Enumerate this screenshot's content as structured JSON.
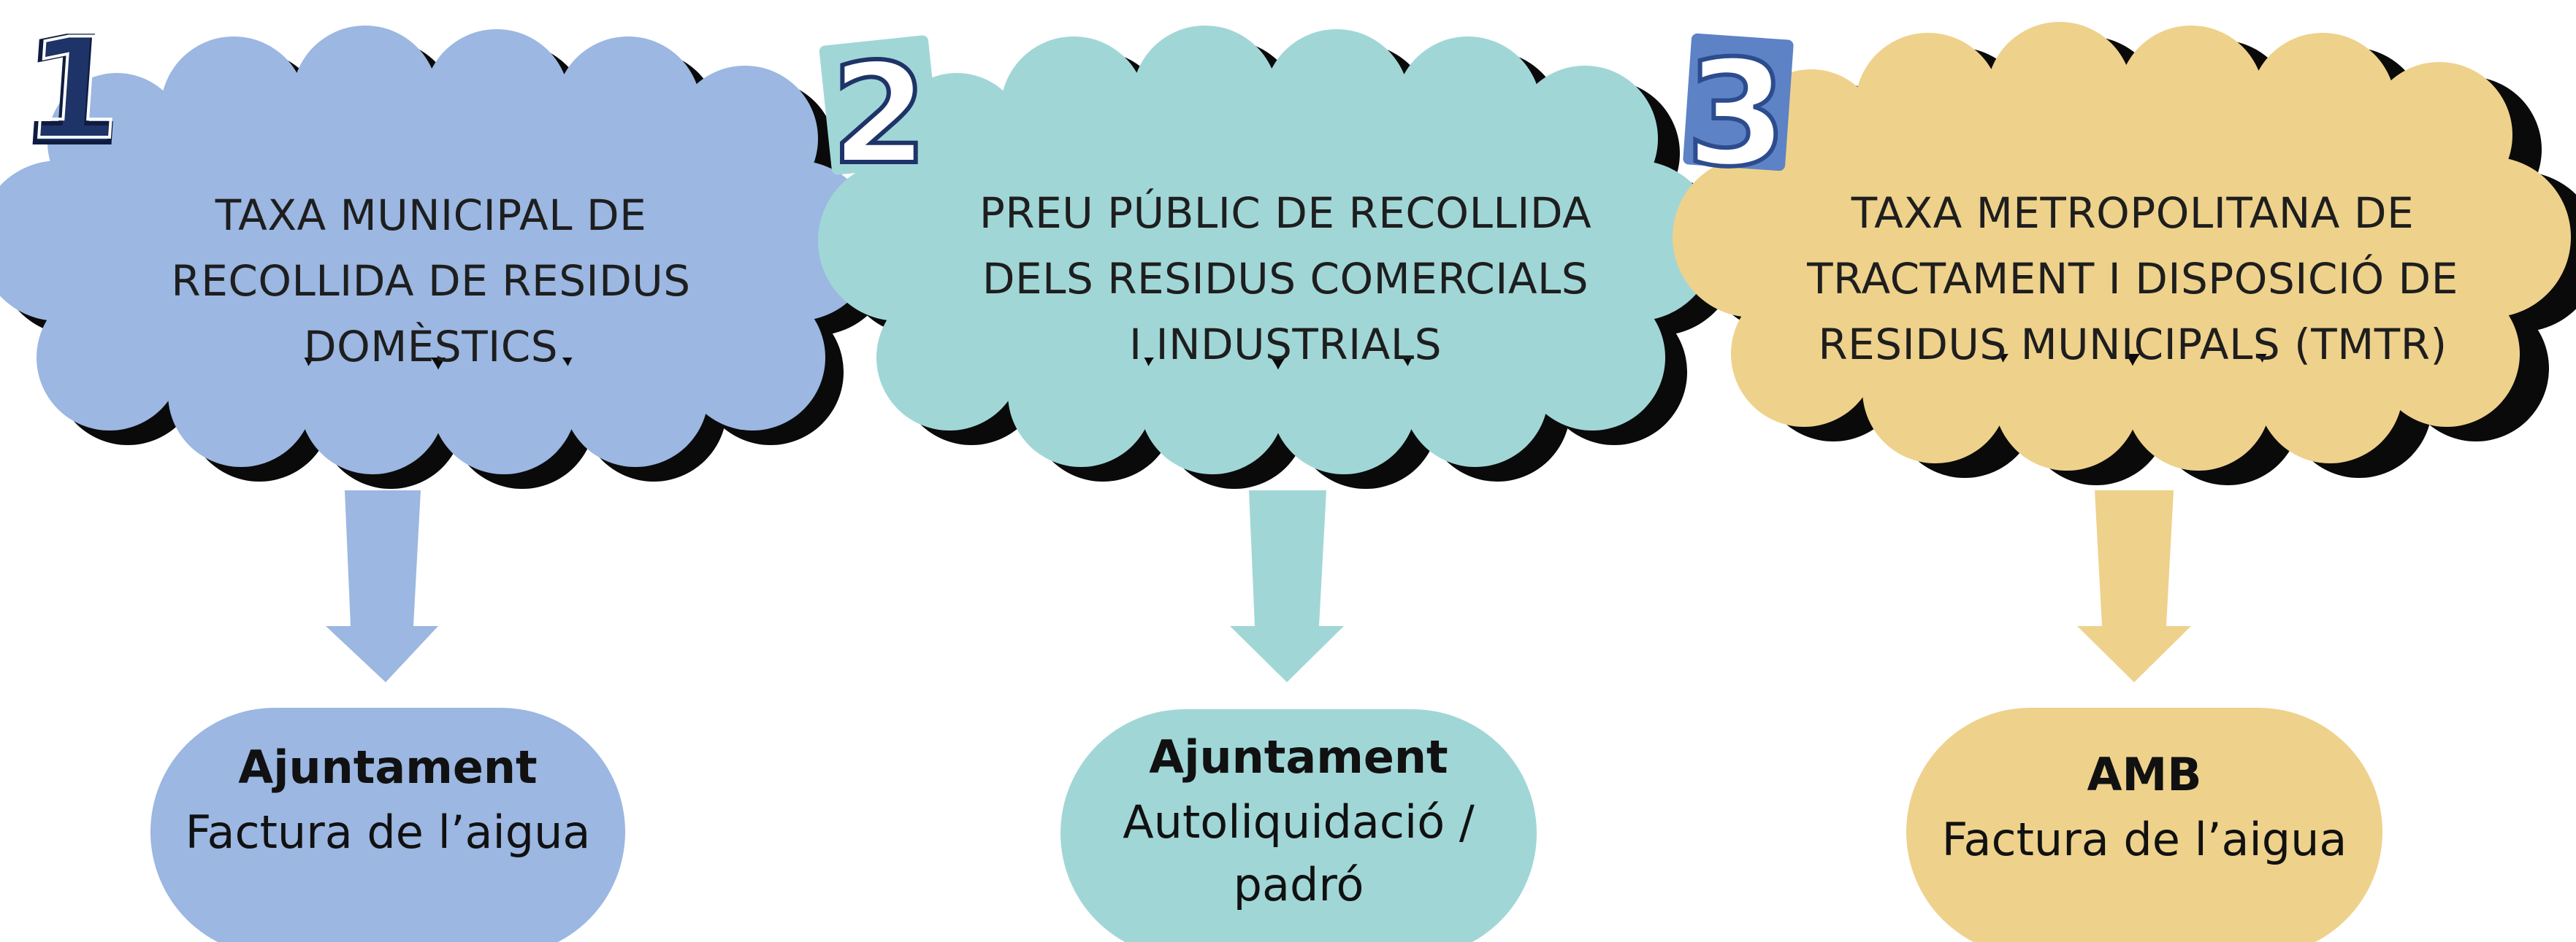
{
  "colors": {
    "blue": "#9bb7e2",
    "teal": "#a1d6d7",
    "yellow": "#eed18b",
    "shadow": "#0a0a0a",
    "number_dark": "#1e3468",
    "number_blue": "#5d82c6"
  },
  "steps": [
    {
      "number": "1",
      "cloud_lines": [
        "TAXA MUNICIPAL DE",
        "RECOLLIDA DE RESIDUS",
        "DOMÈSTICS"
      ],
      "pill_title": "Ajuntament",
      "pill_lines": [
        "Factura de l’aigua"
      ]
    },
    {
      "number": "2",
      "cloud_lines": [
        "PREU PÚBLIC DE RECOLLIDA",
        "DELS RESIDUS COMERCIALS",
        "I INDUSTRIALS"
      ],
      "pill_title": "Ajuntament",
      "pill_lines": [
        "Autoliquidació /",
        "padró"
      ]
    },
    {
      "number": "3",
      "cloud_lines": [
        "TAXA METROPOLITANA DE",
        "TRACTAMENT I DISPOSICIÓ DE",
        "RESIDUS MUNICIPALS (TMTR)"
      ],
      "pill_title": "AMB",
      "pill_lines": [
        "Factura de l’aigua"
      ]
    }
  ]
}
